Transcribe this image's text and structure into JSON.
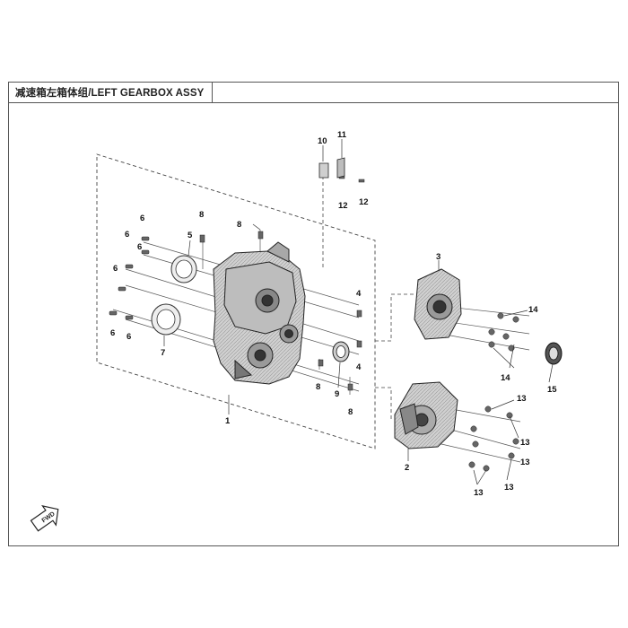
{
  "header": {
    "title": "减速箱左箱体组/LEFT GEARBOX ASSY"
  },
  "callouts": {
    "c1": "1",
    "c2": "2",
    "c3": "3",
    "c4a": "4",
    "c4b": "4",
    "c5": "5",
    "c6a": "6",
    "c6b": "6",
    "c6c": "6",
    "c6d": "6",
    "c6e": "6",
    "c6f": "6",
    "c7": "7",
    "c8a": "8",
    "c8b": "8",
    "c8c": "8",
    "c8d": "8",
    "c9": "9",
    "c10": "10",
    "c11": "11",
    "c12a": "12",
    "c12b": "12",
    "c13a": "13",
    "c13b": "13",
    "c13c": "13",
    "c13d": "13",
    "c13e": "13",
    "c14a": "14",
    "c14b": "14",
    "c15": "15"
  },
  "fwd_label": "FWD",
  "colors": {
    "line": "#333333",
    "frame": "#555555",
    "part_fill": "#d9d9d9",
    "part_dark": "#7a7a7a"
  }
}
